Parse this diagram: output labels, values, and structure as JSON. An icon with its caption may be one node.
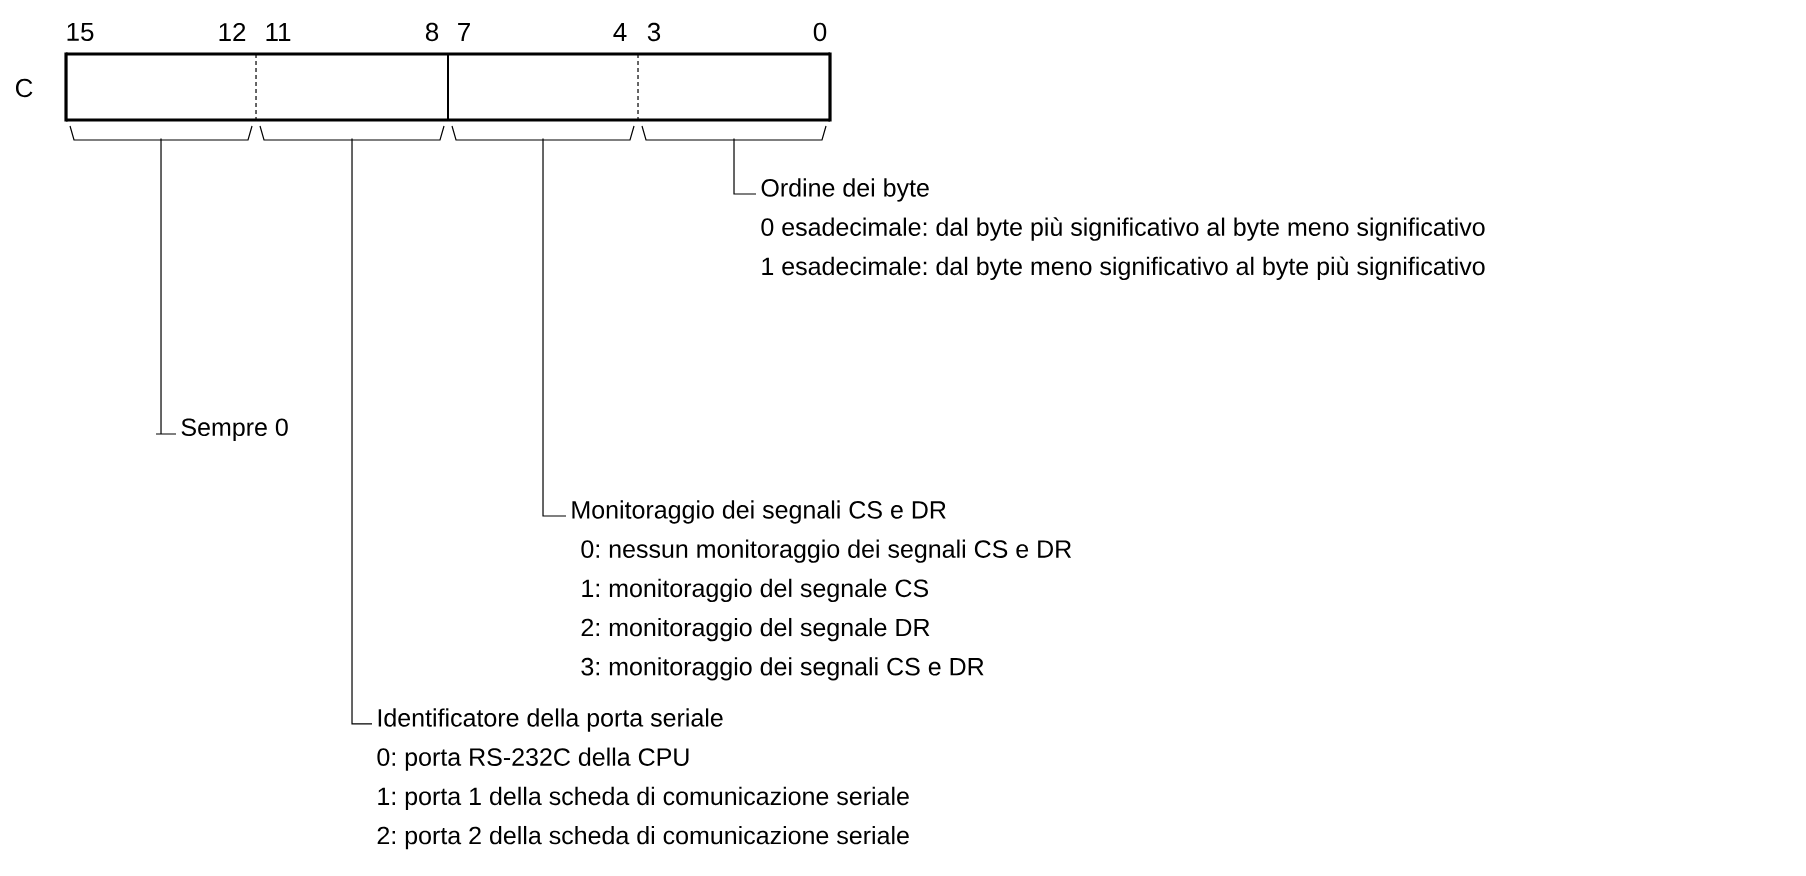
{
  "diagram": {
    "nodes": [
      {
        "text": [],
        "shape": "box"
      },
      {
        "text": [],
        "shape": "box"
      },
      {
        "text": [],
        "shape": "box"
      },
      {
        "text": [],
        "shape": "box"
      },
      {
        "text": [
          "Ordine dei byte",
          "0 esadecimale: dal byte più significativo al byte meno significativo",
          "1 esadecimale: dal byte meno significativo al byte più significativo"
        ]
      },
      {
        "text": [
          "Sempre 0"
        ]
      },
      {
        "text": [
          "Monitoraggio dei segnali CS e DR",
          "0: nessun monitoraggio dei segnali CS e DR",
          "1: monitoraggio del segnale CS",
          "2: monitoraggio del segnale DR",
          "3: monitoraggio dei segnali CS e DR"
        ]
      },
      {
        "text": [
          "Identificatore della porta seriale",
          "0: porta RS-232C della CPU",
          "1: porta 1 della scheda di comunicazione seriale",
          "2: porta 2 della scheda di comunicazione seriale"
        ]
      }
    ],
    "edges": [
      {
        "from": 4,
        "to": 3,
        "arrow": "none"
      },
      {
        "from": 5,
        "to": 0,
        "arrow": "none"
      },
      {
        "from": 6,
        "to": 2,
        "arrow": "none"
      },
      {
        "from": 7,
        "to": 1,
        "arrow": "none"
      }
    ],
    "labels": [
      "15",
      "12",
      "11",
      "8",
      "7",
      "4",
      "3",
      "0",
      "C"
    ]
  }
}
